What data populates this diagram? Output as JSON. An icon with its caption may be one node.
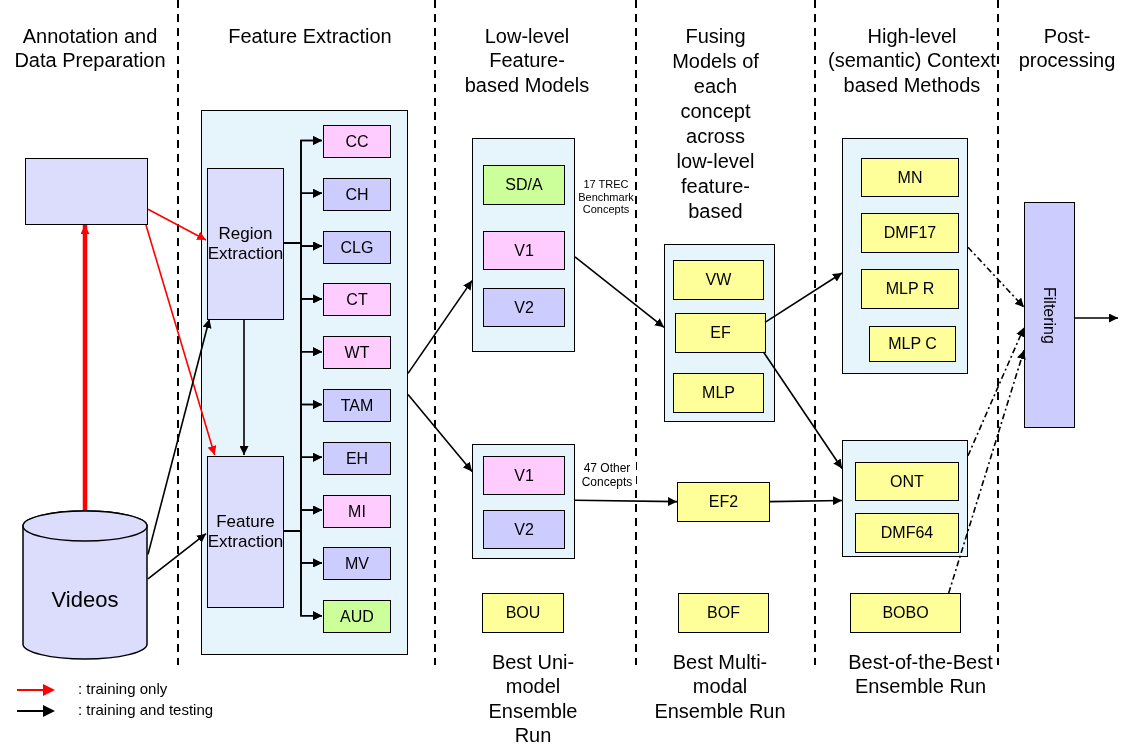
{
  "diagram": {
    "nodes": [
      {
        "text": [],
        "shape": "box"
      },
      {
        "text": [
          "Videos"
        ]
      },
      {
        "text": [],
        "shape": "box"
      },
      {
        "text": [
          "Region Extraction"
        ],
        "in": 2
      },
      {
        "text": [
          "Feature Extraction"
        ],
        "in": 2
      },
      {
        "text": [
          "CC"
        ],
        "in": 2
      },
      {
        "text": [
          "CH"
        ],
        "in": 2
      },
      {
        "text": [
          "CLG"
        ],
        "in": 2
      },
      {
        "text": [
          "CT"
        ],
        "in": 2
      },
      {
        "text": [
          "WT"
        ],
        "in": 2
      },
      {
        "text": [
          "TAM"
        ],
        "in": 2
      },
      {
        "text": [
          "EH"
        ],
        "in": 2
      },
      {
        "text": [
          "MI"
        ],
        "in": 2
      },
      {
        "text": [
          "MV"
        ],
        "in": 2
      },
      {
        "text": [
          "AUD"
        ],
        "in": 2
      },
      {
        "text": [],
        "shape": "box"
      },
      {
        "text": [
          "SD/A"
        ],
        "in": 15
      },
      {
        "text": [
          "V1"
        ],
        "in": 15
      },
      {
        "text": [
          "V2"
        ],
        "in": 15
      },
      {
        "text": [],
        "shape": "box"
      },
      {
        "text": [
          "V1"
        ],
        "in": 19
      },
      {
        "text": [
          "V2"
        ],
        "in": 19
      },
      {
        "text": [
          "BOU"
        ]
      },
      {
        "text": [],
        "shape": "box"
      },
      {
        "text": [
          "VW"
        ],
        "in": 23
      },
      {
        "text": [
          "EF"
        ],
        "in": 23
      },
      {
        "text": [
          "MLP"
        ],
        "in": 23
      },
      {
        "text": [
          "EF2"
        ]
      },
      {
        "text": [
          "BOF"
        ]
      },
      {
        "text": [],
        "shape": "box"
      },
      {
        "text": [
          "MN"
        ],
        "in": 29
      },
      {
        "text": [
          "DMF17"
        ],
        "in": 29
      },
      {
        "text": [
          "MLP R"
        ],
        "in": 29
      },
      {
        "text": [
          "MLP C"
        ],
        "in": 29
      },
      {
        "text": [],
        "shape": "box"
      },
      {
        "text": [
          "ONT"
        ],
        "in": 34
      },
      {
        "text": [
          "DMF64"
        ],
        "in": 34
      },
      {
        "text": [
          "BOBO"
        ]
      },
      {
        "text": [
          "Filtering"
        ]
      }
    ],
    "edges": [
      {
        "from": 1,
        "to": 0,
        "arrow": "to",
        "style": "thick",
        "color": "#ff0000"
      },
      {
        "from": 0,
        "to": 3,
        "arrow": "to",
        "color": "#ff0000"
      },
      {
        "from": 0,
        "to": 4,
        "arrow": "to",
        "color": "#ff0000"
      },
      {
        "from": 1,
        "to": 3,
        "arrow": "to"
      },
      {
        "from": 1,
        "to": 4,
        "arrow": "to"
      },
      {
        "from": 3,
        "to": 4,
        "arrow": "to"
      },
      {
        "from": 3,
        "to": 5,
        "arrow": "to"
      },
      {
        "from": 3,
        "to": 6,
        "arrow": "to"
      },
      {
        "from": 3,
        "to": 7,
        "arrow": "to"
      },
      {
        "from": 3,
        "to": 8,
        "arrow": "to"
      },
      {
        "from": 3,
        "to": 9,
        "arrow": "to"
      },
      {
        "from": 3,
        "to": 10,
        "arrow": "to"
      },
      {
        "from": 3,
        "to": 11,
        "arrow": "to"
      },
      {
        "from": 3,
        "to": 12,
        "arrow": "to"
      },
      {
        "from": 3,
        "to": 13,
        "arrow": "to"
      },
      {
        "from": 3,
        "to": 14,
        "arrow": "to"
      },
      {
        "from": 4,
        "to": 5,
        "arrow": "to"
      },
      {
        "from": 4,
        "to": 6,
        "arrow": "to"
      },
      {
        "from": 4,
        "to": 7,
        "arrow": "to"
      },
      {
        "from": 4,
        "to": 8,
        "arrow": "to"
      },
      {
        "from": 4,
        "to": 9,
        "arrow": "to"
      },
      {
        "from": 4,
        "to": 10,
        "arrow": "to"
      },
      {
        "from": 4,
        "to": 11,
        "arrow": "to"
      },
      {
        "from": 4,
        "to": 12,
        "arrow": "to"
      },
      {
        "from": 4,
        "to": 13,
        "arrow": "to"
      },
      {
        "from": 4,
        "to": 14,
        "arrow": "to"
      },
      {
        "from": 2,
        "to": 15,
        "arrow": "to"
      },
      {
        "from": 2,
        "to": 19,
        "arrow": "to"
      },
      {
        "from": 15,
        "to": 23,
        "arrow": "to",
        "label": "17 TREC Benchmark Concepts"
      },
      {
        "from": 19,
        "to": 27,
        "arrow": "to",
        "label": "47 Other Concepts"
      },
      {
        "from": 25,
        "to": 29,
        "arrow": "to"
      },
      {
        "from": 25,
        "to": 34,
        "arrow": "to"
      },
      {
        "from": 27,
        "to": 34,
        "arrow": "to"
      },
      {
        "from": 29,
        "to": 38,
        "arrow": "to",
        "style": "dashed"
      },
      {
        "from": 34,
        "to": 38,
        "arrow": "to",
        "style": "dashed"
      },
      {
        "from": 37,
        "to": 38,
        "arrow": "to",
        "style": "dashed"
      },
      {
        "from": 38,
        "to": null,
        "arrow": "to"
      }
    ],
    "labels": [
      "Annotation and Data Preparation",
      "Feature Extraction",
      "Low-level Feature-based Models",
      "Fusing Models of each concept across low-level feature-based",
      "High-level (semantic) Context based Methods",
      "Post-processing",
      "Best Uni-model Ensemble Run",
      "Best Multi-modal Ensemble Run",
      "Best-of-the-Best Ensemble Run"
    ],
    "legend": [
      {
        "text": ": training only"
      },
      {
        "text": ": training and testing"
      }
    ]
  }
}
